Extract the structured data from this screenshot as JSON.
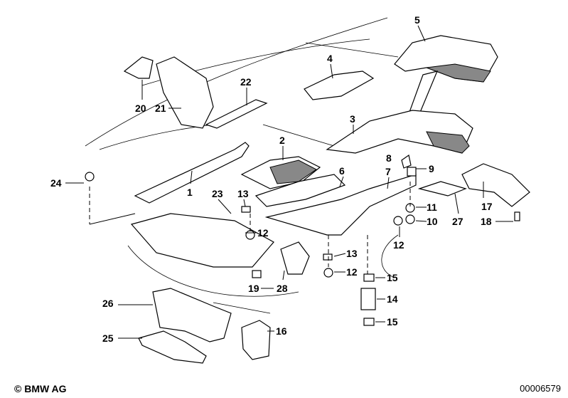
{
  "diagram": {
    "callouts": [
      "5",
      "4",
      "22",
      "20",
      "21",
      "3",
      "2",
      "8",
      "9",
      "6",
      "7",
      "24",
      "1",
      "23",
      "13",
      "17",
      "11",
      "27",
      "10",
      "18",
      "12",
      "12",
      "13",
      "12",
      "15",
      "19",
      "28",
      "14",
      "26",
      "15",
      "16",
      "25"
    ]
  },
  "footer": {
    "copyright": "© BMW AG",
    "document_number": "00006579"
  }
}
